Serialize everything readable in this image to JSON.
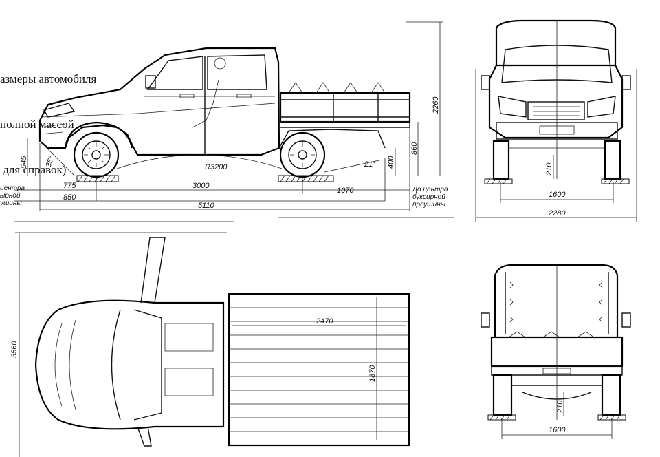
{
  "title_lines": [
    "азмеры автомобиля",
    "полной массой",
    " для справок)"
  ],
  "side_view": {
    "dims": {
      "front_overhang": "775",
      "wheelbase": "3000",
      "rear_overhang": "1070",
      "front_to_hitch": "850",
      "overall_length": "5110",
      "total_height": "2260",
      "platform_height": "860",
      "front_height": "545",
      "rear_clearance": "400",
      "turn_radius": "R3200",
      "approach_angle": "35°",
      "departure_angle": "21°"
    },
    "notes": {
      "left_hitch": [
        "центра",
        "ырной",
        "ушины"
      ],
      "right_hitch": [
        "До центра",
        "буксирной",
        "проушины"
      ]
    }
  },
  "front_view": {
    "dims": {
      "track": "1600",
      "overall_width": "2280",
      "ground_clearance": "210"
    }
  },
  "top_view": {
    "dims": {
      "overall_width": "3560",
      "platform_length": "2470",
      "platform_width": "1870"
    }
  },
  "rear_view": {
    "dims": {
      "track": "1600",
      "ground_clearance": "210"
    }
  }
}
